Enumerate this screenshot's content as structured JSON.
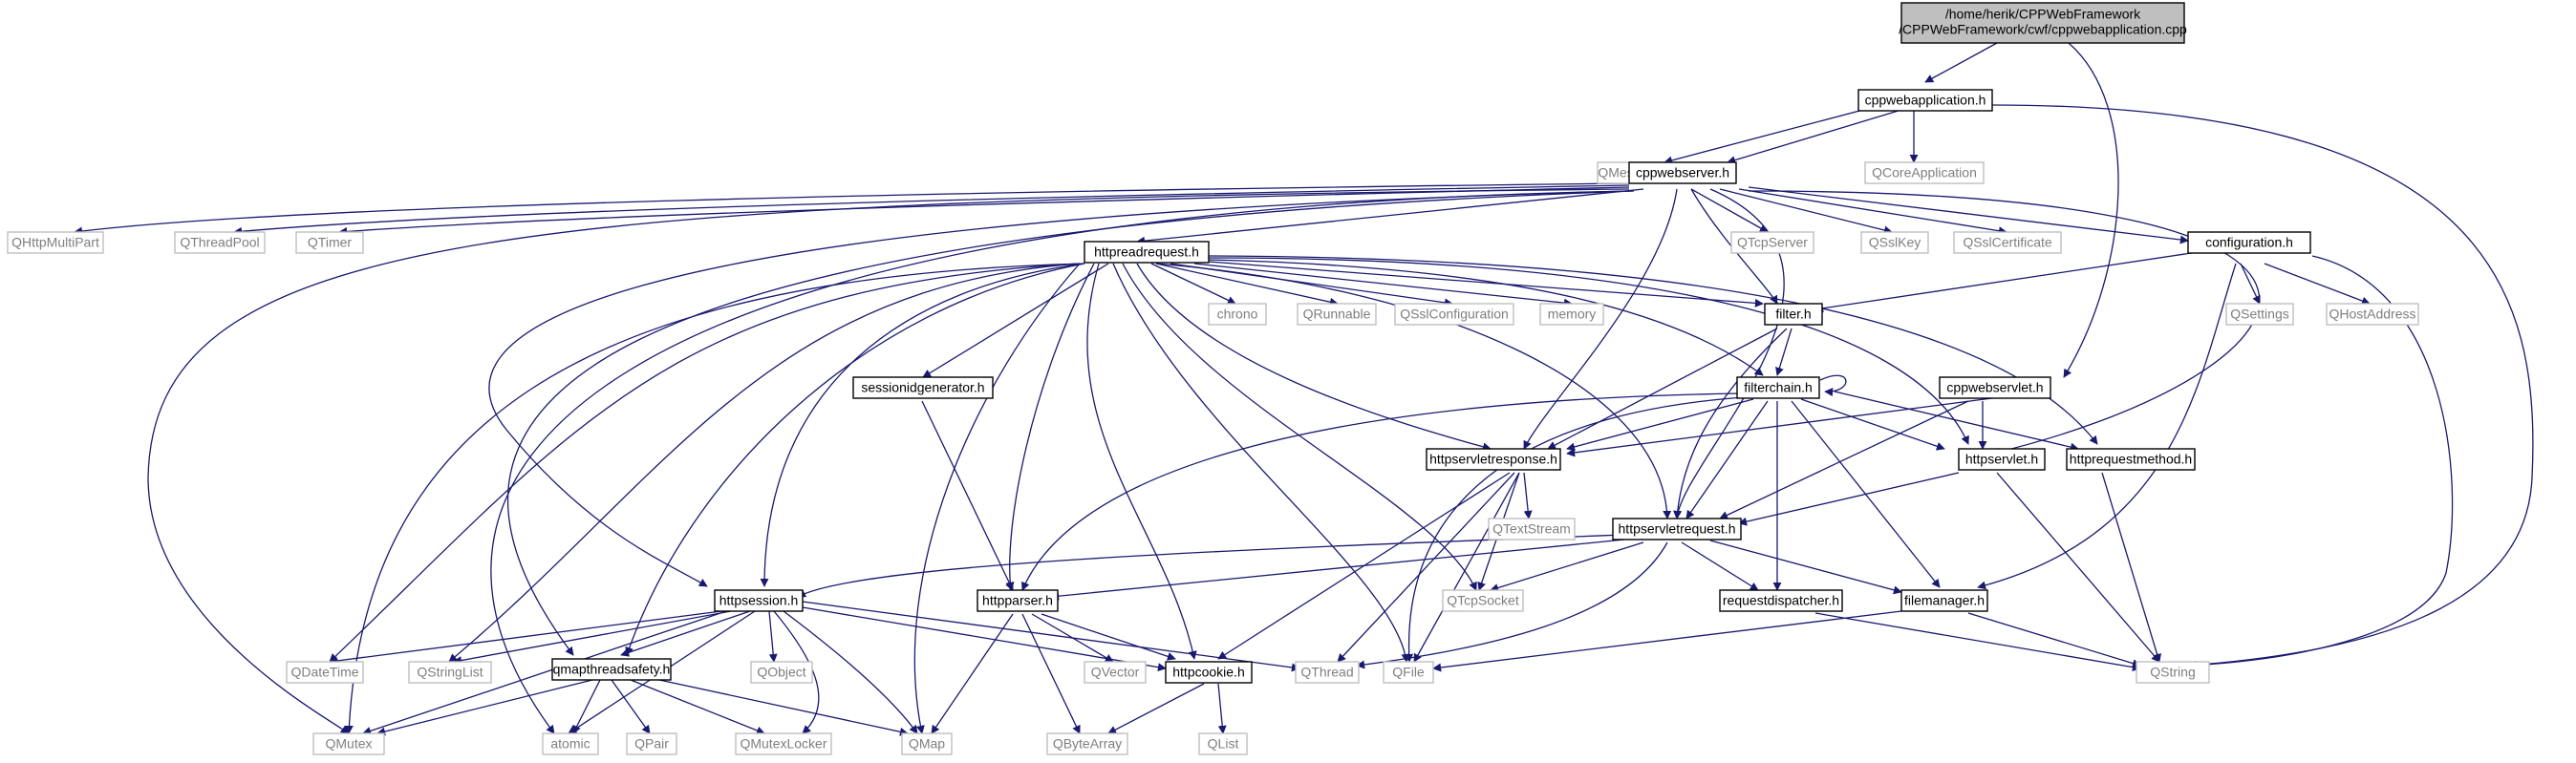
{
  "colors": {
    "edge": "#191970",
    "own_border": "#000000",
    "ext_border": "#bfbfbf",
    "ext_text": "#7f7f7f",
    "root_fill": "#bfbfbf"
  },
  "nodes": {
    "root": {
      "label1": "/home/herik/CPPWebFramework",
      "label2": "/CPPWebFramework/cwf/cppwebapplication.cpp"
    },
    "cppwebapplication_h": {
      "label": "cppwebapplication.h"
    },
    "QMessageLogContext": {
      "label": "QMessageLogContext"
    },
    "cppwebserver_h": {
      "label": "cppwebserver.h"
    },
    "QCoreApplication": {
      "label": "QCoreApplication"
    },
    "QHttpMultiPart": {
      "label": "QHttpMultiPart"
    },
    "QThreadPool": {
      "label": "QThreadPool"
    },
    "QTimer": {
      "label": "QTimer"
    },
    "httpreadrequest_h": {
      "label": "httpreadrequest.h"
    },
    "QTcpServer": {
      "label": "QTcpServer"
    },
    "QSslKey": {
      "label": "QSslKey"
    },
    "QSslCertificate": {
      "label": "QSslCertificate"
    },
    "configuration_h": {
      "label": "configuration.h"
    },
    "chrono": {
      "label": "chrono"
    },
    "QRunnable": {
      "label": "QRunnable"
    },
    "QSslConfiguration": {
      "label": "QSslConfiguration"
    },
    "memory": {
      "label": "memory"
    },
    "filter_h": {
      "label": "filter.h"
    },
    "QSettings": {
      "label": "QSettings"
    },
    "QHostAddress": {
      "label": "QHostAddress"
    },
    "sessionidgenerator_h": {
      "label": "sessionidgenerator.h"
    },
    "filterchain_h": {
      "label": "filterchain.h"
    },
    "cppwebservlet_h": {
      "label": "cppwebservlet.h"
    },
    "httpservletresponse_h": {
      "label": "httpservletresponse.h"
    },
    "httpservlet_h": {
      "label": "httpservlet.h"
    },
    "httprequestmethod_h": {
      "label": "httprequestmethod.h"
    },
    "QTextStream": {
      "label": "QTextStream"
    },
    "httpservletrequest_h": {
      "label": "httpservletrequest.h"
    },
    "httpsession_h": {
      "label": "httpsession.h"
    },
    "httpparser_h": {
      "label": "httpparser.h"
    },
    "QTcpSocket": {
      "label": "QTcpSocket"
    },
    "requestdispatcher_h": {
      "label": "requestdispatcher.h"
    },
    "filemanager_h": {
      "label": "filemanager.h"
    },
    "QDateTime": {
      "label": "QDateTime"
    },
    "QStringList": {
      "label": "QStringList"
    },
    "qmapthreadsafety_h": {
      "label": "qmapthreadsafety.h"
    },
    "QObject": {
      "label": "QObject"
    },
    "QVector": {
      "label": "QVector"
    },
    "httpcookie_h": {
      "label": "httpcookie.h"
    },
    "QThread": {
      "label": "QThread"
    },
    "QFile": {
      "label": "QFile"
    },
    "QString": {
      "label": "QString"
    },
    "QMutex": {
      "label": "QMutex"
    },
    "atomic": {
      "label": "atomic"
    },
    "QPair": {
      "label": "QPair"
    },
    "QMutexLocker": {
      "label": "QMutexLocker"
    },
    "QMap": {
      "label": "QMap"
    },
    "QByteArray": {
      "label": "QByteArray"
    },
    "QList": {
      "label": "QList"
    }
  }
}
